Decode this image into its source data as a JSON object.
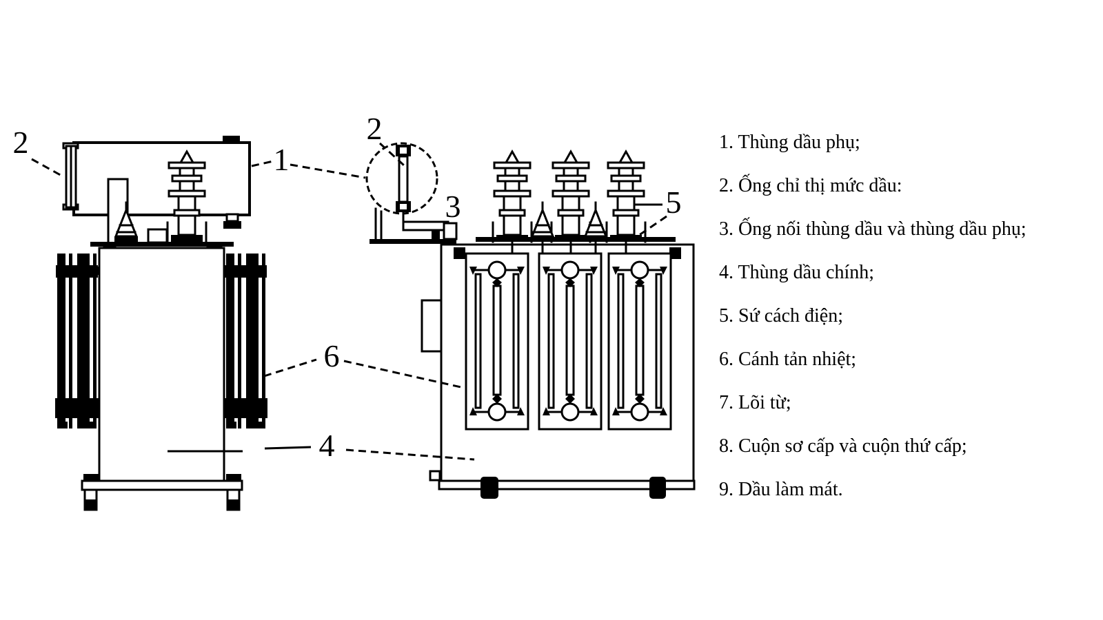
{
  "figure": {
    "callouts": {
      "oil_gauge_side": "2",
      "conservator": "1",
      "oil_gauge_front": "2",
      "connecting_pipe": "3",
      "main_tank": "4",
      "bushing": "5",
      "radiator": "6"
    },
    "legend": {
      "items": [
        "1. Thùng dầu phụ;",
        "2. Ống chỉ thị mức dầu:",
        "3. Ống nối thùng dầu và thùng dầu phụ;",
        "4. Thùng dầu chính;",
        "5. Sứ cách điện;",
        "6. Cánh tản nhiệt;",
        "7. Lõi từ;",
        "8. Cuộn sơ cấp và cuộn thứ cấp;",
        "9. Dầu làm mát."
      ]
    },
    "colors": {
      "line": "#000000",
      "background": "#ffffff"
    }
  }
}
